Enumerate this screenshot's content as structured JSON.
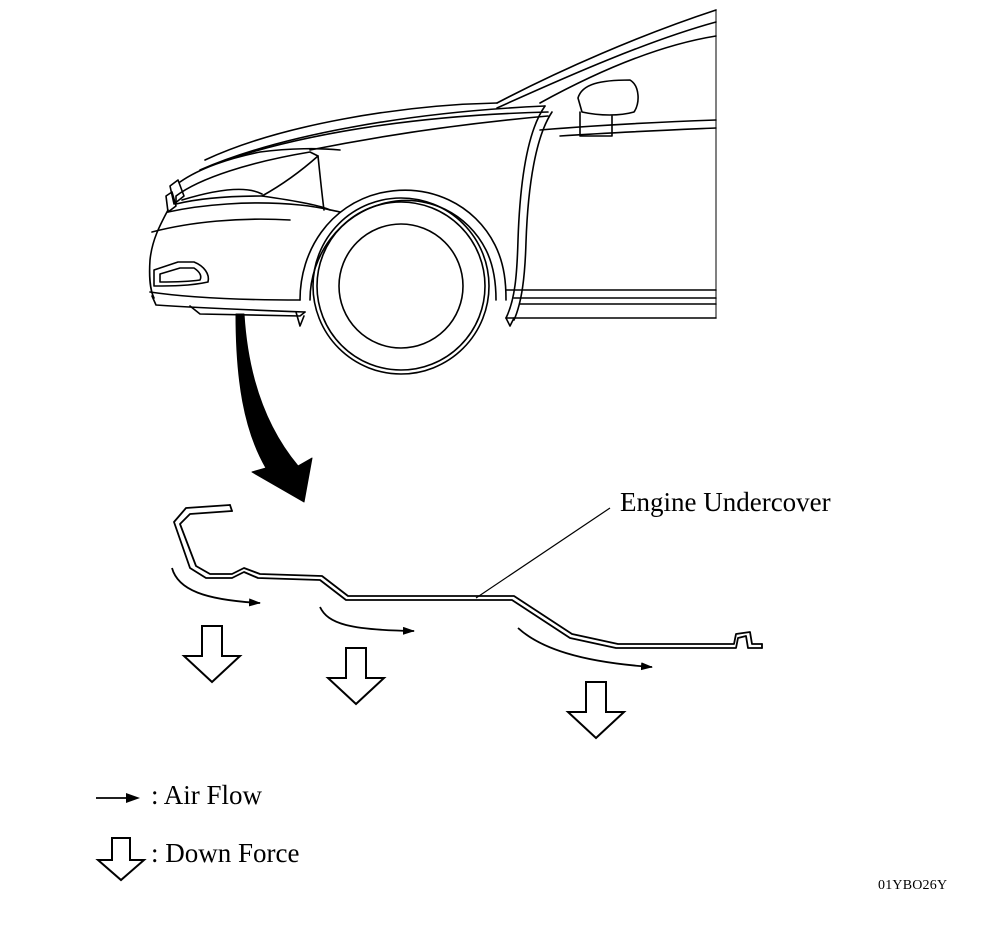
{
  "diagram": {
    "component_label": "Engine Undercover",
    "legend": [
      {
        "symbol": "arrow-icon",
        "text": ": Air Flow"
      },
      {
        "symbol": "hollow-down-arrow-icon",
        "text": ": Down Force"
      }
    ],
    "figure_code": "01YBO26Y"
  }
}
